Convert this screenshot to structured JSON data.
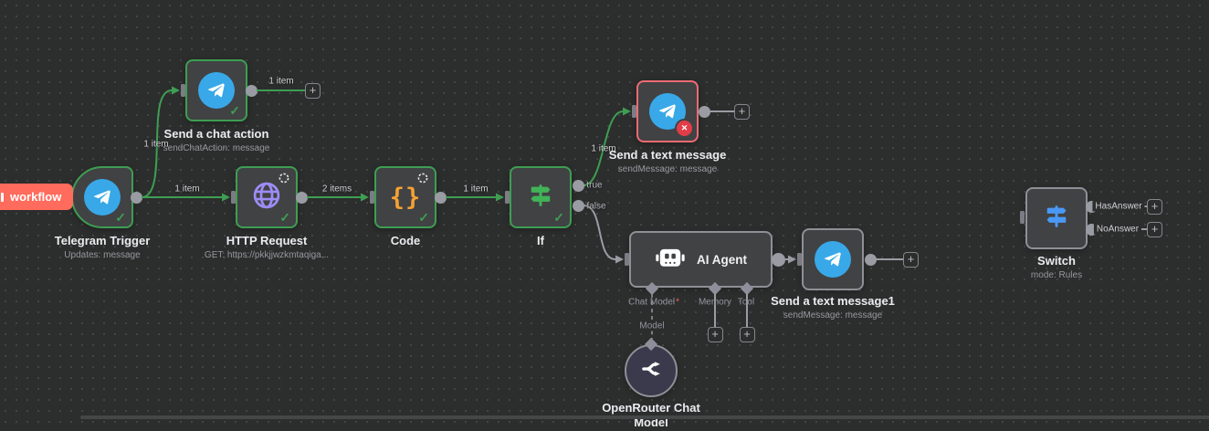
{
  "badge": {
    "label": "workflow"
  },
  "glyphs": {
    "plus": "+",
    "check": "✓",
    "cross": "✕",
    "braces": "{}"
  },
  "colors": {
    "success": "#3e9e52",
    "error_border": "#ee6b74",
    "error_badge": "#e23c49",
    "badge_bg": "#ff6b5c",
    "telegram_blue": "#38a8e8",
    "http_icon_purple": "#9d8cf5",
    "code_icon_orange": "#f5a133",
    "if_icon_green": "#41b357",
    "switch_icon_blue": "#4a98f5",
    "connector_gray": "#9b9ba3"
  },
  "nodes": {
    "telegram_trigger": {
      "name": "Telegram Trigger",
      "subtitle": "Updates: message"
    },
    "send_chat_action": {
      "name": "Send a chat action",
      "subtitle": "sendChatAction: message"
    },
    "http_request": {
      "name": "HTTP Request",
      "subtitle": "GET: https://pkkjjwzkmtaqiga..."
    },
    "code": {
      "name": "Code"
    },
    "if": {
      "name": "If"
    },
    "send_text_message": {
      "name": "Send a text message",
      "subtitle": "sendMessage: message"
    },
    "ai_agent": {
      "name": "AI Agent",
      "ports": {
        "chat_model": "Chat Model",
        "required": "*",
        "memory": "Memory",
        "tool": "Tool",
        "model": "Model"
      }
    },
    "send_text_message1": {
      "name": "Send a text message1",
      "subtitle": "sendMessage: message"
    },
    "openrouter_chat_model": {
      "name": "OpenRouter Chat Model"
    },
    "switch": {
      "name": "Switch",
      "subtitle": "mode: Rules",
      "outputs": [
        "HasAnswer",
        "NoAnswer"
      ]
    }
  },
  "edges": {
    "trigger_to_chat_action": "1 item",
    "trigger_to_http": "1 item",
    "chat_action_out": "1 item",
    "http_to_code": "2 items",
    "code_to_if": "1 item",
    "if_true_label": "true",
    "if_false_label": "false",
    "if_true_to_message": "1 item"
  }
}
